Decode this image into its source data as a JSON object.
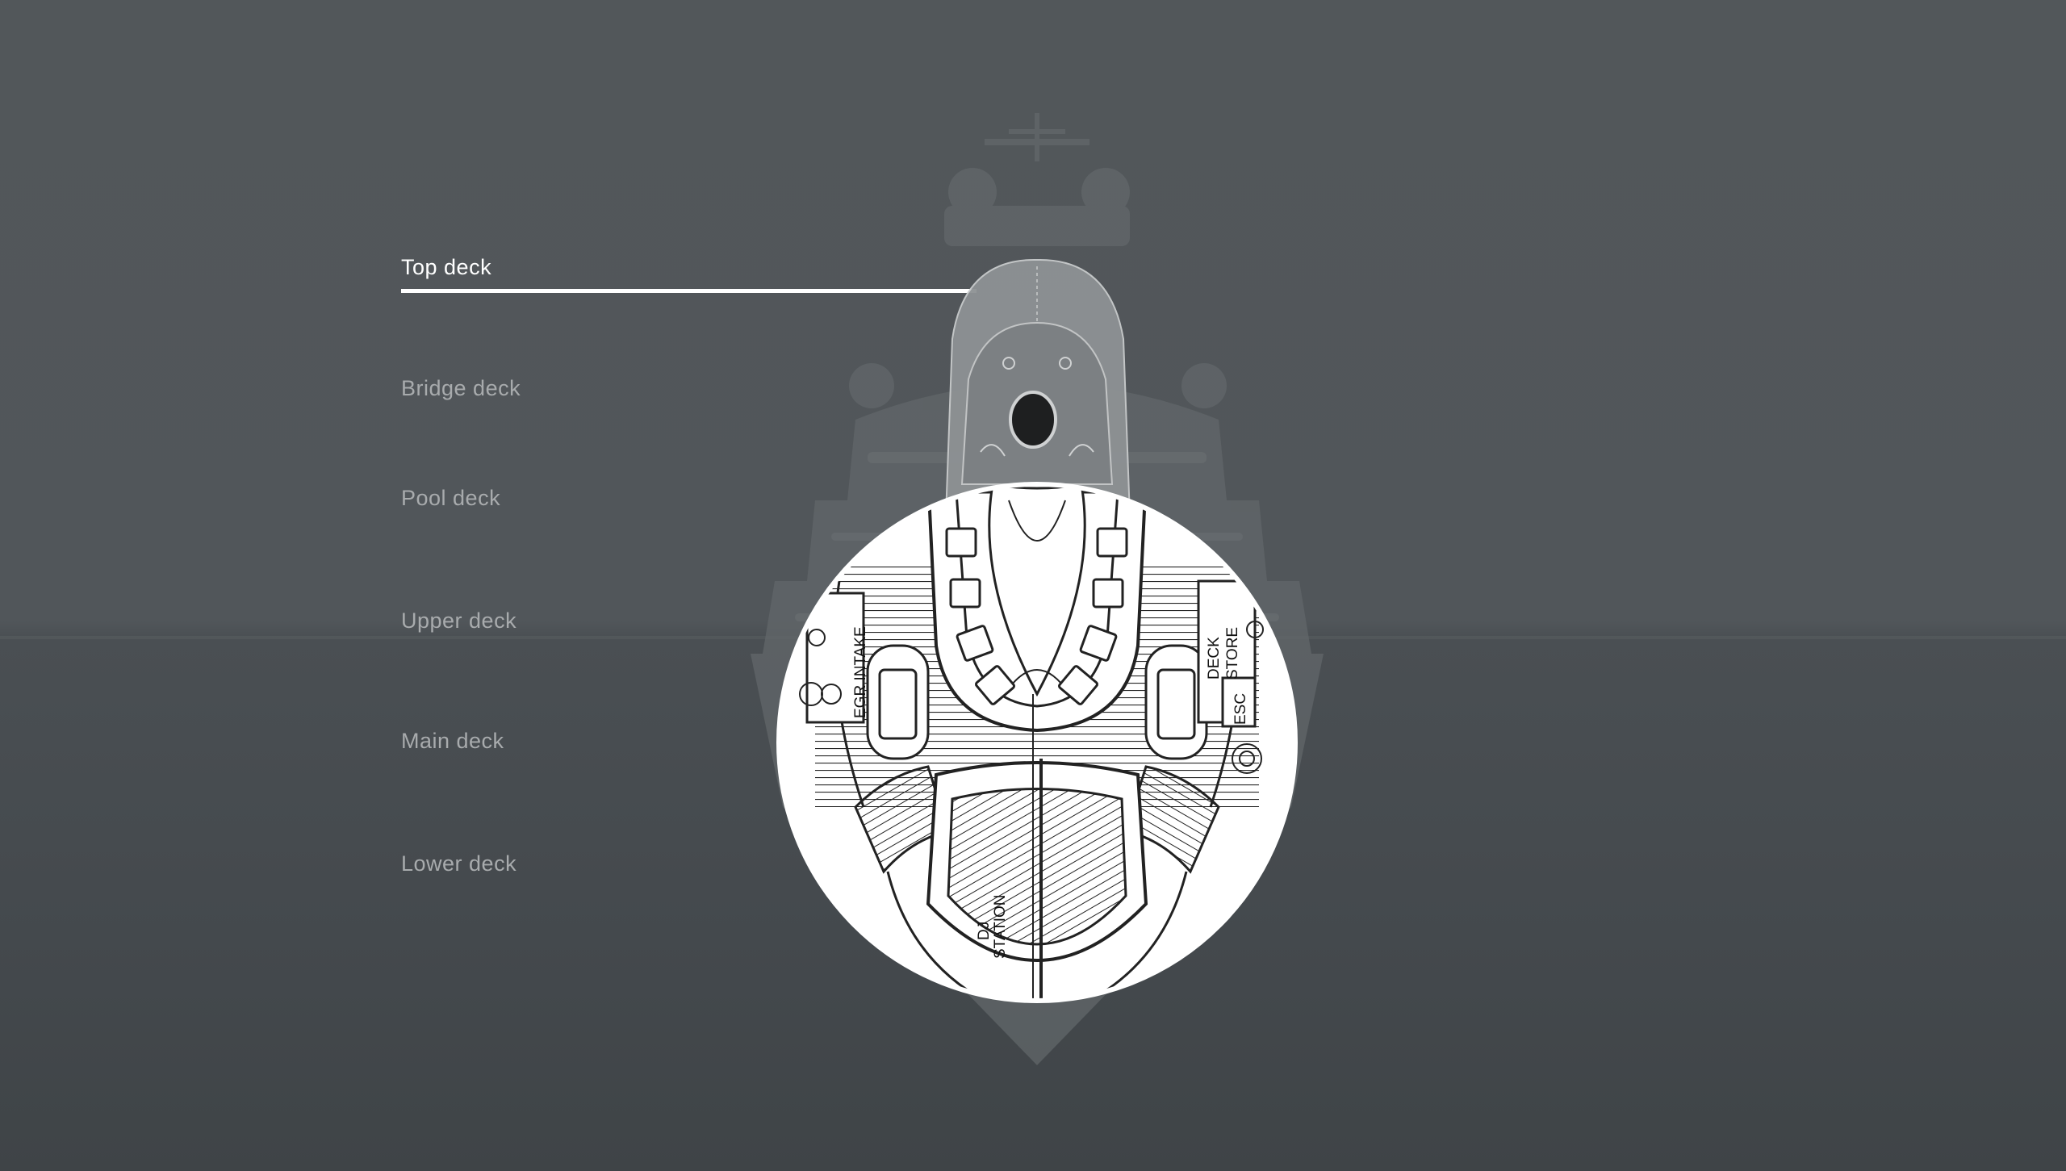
{
  "decks": [
    {
      "label": "Top deck",
      "active": true
    },
    {
      "label": "Bridge deck",
      "active": false
    },
    {
      "label": "Pool deck",
      "active": false
    },
    {
      "label": "Upper deck",
      "active": false
    },
    {
      "label": "Main deck",
      "active": false
    },
    {
      "label": "Lower deck",
      "active": false
    }
  ],
  "plan_labels": {
    "egr_intake": "EGR INTAKE",
    "deck": "DECK",
    "store": "STORE",
    "esc": "ESC",
    "dj": "DJ",
    "station": "STATION"
  }
}
